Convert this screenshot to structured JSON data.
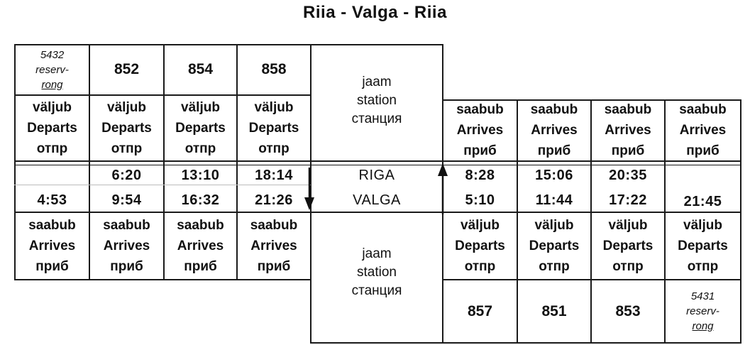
{
  "title": "Riia - Valga - Riia",
  "station_label": {
    "line1": "jaam",
    "line2": "station",
    "line3": "станция"
  },
  "departs_header": {
    "et": "väljub",
    "en": "Departs",
    "ru": "отпр"
  },
  "arrives_header": {
    "et": "saabub",
    "en": "Arrives",
    "ru": "приб"
  },
  "stations": {
    "top": "RIGA",
    "bottom": "VALGA"
  },
  "southbound": {
    "trains": [
      {
        "reserve": {
          "line1": "5432",
          "line2": "reserv-",
          "line3": "rong"
        },
        "riga": "",
        "valga": "4:53"
      },
      {
        "number": "852",
        "riga": "6:20",
        "valga": "9:54"
      },
      {
        "number": "854",
        "riga": "13:10",
        "valga": "16:32"
      },
      {
        "number": "858",
        "riga": "18:14",
        "valga": "21:26"
      }
    ]
  },
  "northbound": {
    "trains": [
      {
        "number": "857",
        "riga": "8:28",
        "valga": "5:10"
      },
      {
        "number": "851",
        "riga": "15:06",
        "valga": "11:44"
      },
      {
        "number": "853",
        "riga": "20:35",
        "valga": "17:22"
      },
      {
        "reserve": {
          "line1": "5431",
          "line2": "reserv-",
          "line3": "rong"
        },
        "riga": "",
        "valga": "21:45"
      }
    ]
  },
  "arrows": {
    "southbound": "down-arrow-icon",
    "northbound": "up-arrow-icon"
  }
}
